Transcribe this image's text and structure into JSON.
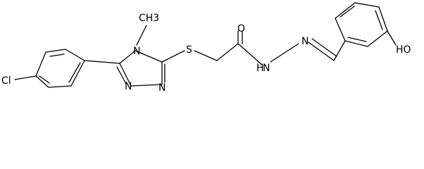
{
  "molecule": {
    "atoms": {
      "cl": "Cl",
      "n_methyl": "N",
      "methyl": "CH3",
      "n_ring_a": "N",
      "n_ring_b": "N",
      "s": "S",
      "o_carbonyl": "O",
      "nh": "N",
      "h": "H",
      "n_imine": "N",
      "hydroxyl": "HO"
    },
    "colors": {
      "bond": "#000000",
      "text": "#000000",
      "background": "#ffffff"
    }
  }
}
